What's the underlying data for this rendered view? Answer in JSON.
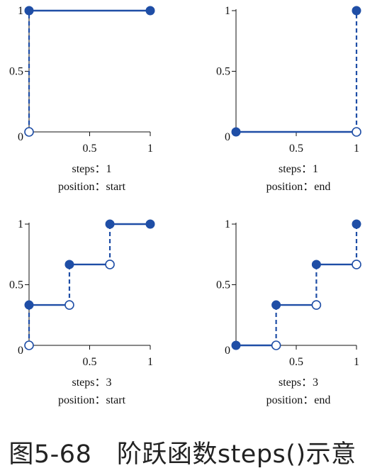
{
  "colors": {
    "line": "#1f4ea6",
    "axis": "#111111",
    "open_fill": "#ffffff"
  },
  "figure_caption": "图5-68　阶跃函数steps()示意",
  "chart_data": [
    {
      "type": "line",
      "steps": 1,
      "position": "start",
      "caption_line1": "steps：1",
      "caption_line2": "position：start",
      "xlim": [
        0,
        1
      ],
      "ylim": [
        0,
        1
      ],
      "x_tick_labels": [
        "0.5",
        "1"
      ],
      "y_tick_labels": [
        "0",
        "0.5",
        "1"
      ],
      "segments": [
        {
          "x": [
            0,
            1
          ],
          "y": [
            1,
            1
          ]
        }
      ],
      "jumps": [
        {
          "x": 0,
          "from": 0,
          "to": 1
        }
      ],
      "filled_points": [
        {
          "x": 0,
          "y": 1
        },
        {
          "x": 1,
          "y": 1
        }
      ],
      "open_points": [
        {
          "x": 0,
          "y": 0
        }
      ]
    },
    {
      "type": "line",
      "steps": 1,
      "position": "end",
      "caption_line1": "steps：1",
      "caption_line2": "position：end",
      "xlim": [
        0,
        1
      ],
      "ylim": [
        0,
        1
      ],
      "x_tick_labels": [
        "0.5",
        "1"
      ],
      "y_tick_labels": [
        "0",
        "0.5",
        "1"
      ],
      "segments": [
        {
          "x": [
            0,
            1
          ],
          "y": [
            0,
            0
          ]
        }
      ],
      "jumps": [
        {
          "x": 1,
          "from": 0,
          "to": 1
        }
      ],
      "filled_points": [
        {
          "x": 0,
          "y": 0
        },
        {
          "x": 1,
          "y": 1
        }
      ],
      "open_points": [
        {
          "x": 1,
          "y": 0
        }
      ]
    },
    {
      "type": "line",
      "steps": 3,
      "position": "start",
      "caption_line1": "steps：3",
      "caption_line2": "position：start",
      "xlim": [
        0,
        1
      ],
      "ylim": [
        0,
        1
      ],
      "x_tick_labels": [
        "0.5",
        "1"
      ],
      "y_tick_labels": [
        "0",
        "0.5",
        "1"
      ],
      "segments": [
        {
          "x": [
            0,
            0.333
          ],
          "y": [
            0.333,
            0.333
          ]
        },
        {
          "x": [
            0.333,
            0.667
          ],
          "y": [
            0.667,
            0.667
          ]
        },
        {
          "x": [
            0.667,
            1
          ],
          "y": [
            1,
            1
          ]
        }
      ],
      "jumps": [
        {
          "x": 0,
          "from": 0,
          "to": 0.333
        },
        {
          "x": 0.333,
          "from": 0.333,
          "to": 0.667
        },
        {
          "x": 0.667,
          "from": 0.667,
          "to": 1
        }
      ],
      "filled_points": [
        {
          "x": 0,
          "y": 0.333
        },
        {
          "x": 0.333,
          "y": 0.667
        },
        {
          "x": 0.667,
          "y": 1
        },
        {
          "x": 1,
          "y": 1
        }
      ],
      "open_points": [
        {
          "x": 0,
          "y": 0
        },
        {
          "x": 0.333,
          "y": 0.333
        },
        {
          "x": 0.667,
          "y": 0.667
        }
      ]
    },
    {
      "type": "line",
      "steps": 3,
      "position": "end",
      "caption_line1": "steps：3",
      "caption_line2": "position：end",
      "xlim": [
        0,
        1
      ],
      "ylim": [
        0,
        1
      ],
      "x_tick_labels": [
        "0.5",
        "1"
      ],
      "y_tick_labels": [
        "0",
        "0.5",
        "1"
      ],
      "segments": [
        {
          "x": [
            0,
            0.333
          ],
          "y": [
            0,
            0
          ]
        },
        {
          "x": [
            0.333,
            0.667
          ],
          "y": [
            0.333,
            0.333
          ]
        },
        {
          "x": [
            0.667,
            1
          ],
          "y": [
            0.667,
            0.667
          ]
        }
      ],
      "jumps": [
        {
          "x": 0.333,
          "from": 0,
          "to": 0.333
        },
        {
          "x": 0.667,
          "from": 0.333,
          "to": 0.667
        },
        {
          "x": 1,
          "from": 0.667,
          "to": 1
        }
      ],
      "filled_points": [
        {
          "x": 0,
          "y": 0
        },
        {
          "x": 0.333,
          "y": 0.333
        },
        {
          "x": 0.667,
          "y": 0.667
        },
        {
          "x": 1,
          "y": 1
        }
      ],
      "open_points": [
        {
          "x": 0.333,
          "y": 0
        },
        {
          "x": 0.667,
          "y": 0.333
        },
        {
          "x": 1,
          "y": 0.667
        }
      ]
    }
  ]
}
